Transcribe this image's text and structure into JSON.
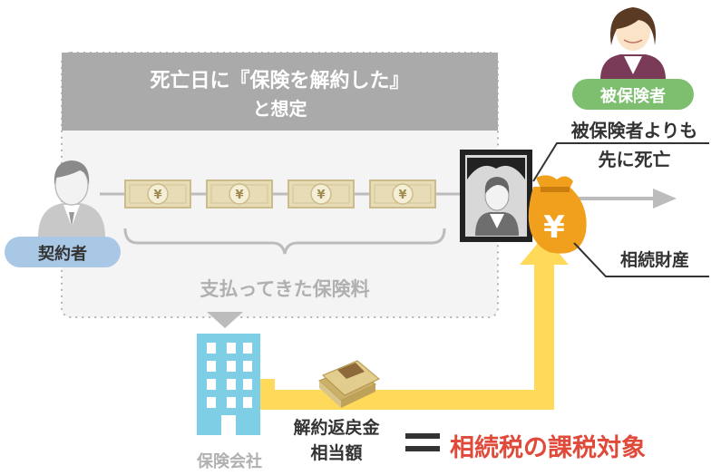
{
  "header": {
    "line1": "死亡日に『保険を解約した』",
    "line2": "と想定"
  },
  "contractor": {
    "label": "契約者"
  },
  "insured": {
    "label": "被保険者",
    "note_line1": "被保険者よりも",
    "note_line2": "先に死亡"
  },
  "premiums": {
    "label": "支払ってきた保険料",
    "bill_symbol": "¥",
    "bill_count": 4
  },
  "bag": {
    "symbol": "¥"
  },
  "estate": {
    "label": "相続財産"
  },
  "insurer": {
    "label": "保険会社"
  },
  "surrender": {
    "line1": "解約返戻金",
    "line2": "相当額"
  },
  "result": {
    "equals": "＝",
    "text": "相続税の課税対象"
  },
  "colors": {
    "header_bg": "#aaaaaa",
    "dotted_area": "#f3f3f3",
    "insured_badge": "#7dbf6f",
    "contractor_badge": "#a9c8e6",
    "bag": "#f0a01c",
    "arrow_yellow": "#ffd95a",
    "building": "#7ecfe6",
    "result_red": "#e04a3a",
    "faded_text": "#b0b0b0"
  }
}
